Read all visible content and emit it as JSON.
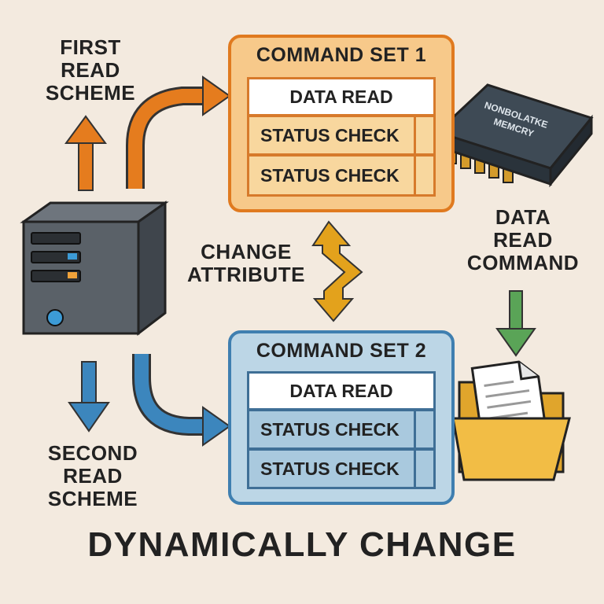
{
  "labels": {
    "first_read_scheme": "FIRST\nREAD\nSCHEME",
    "second_read_scheme": "SECOND\nREAD\nSCHEME",
    "change_attribute": "CHANGE\nATTRIBUTE",
    "data_read_command": "DATA\nREAD\nCOMMAND"
  },
  "command_set_1": {
    "title": "COMMAND SET 1",
    "rows": [
      "DATA READ",
      "STATUS CHECK",
      "STATUS CHECK"
    ]
  },
  "command_set_2": {
    "title": "COMMAND SET 2",
    "rows": [
      "DATA READ",
      "STATUS CHECK",
      "STATUS CHECK"
    ]
  },
  "chip": {
    "text": "NONBOLATKE\nMEMCRY"
  },
  "footer_title": "DYNAMICALLY CHANGE",
  "colors": {
    "background": "#f3eadf",
    "orange_border": "#e07a1f",
    "orange_fill": "#f7c98a",
    "orange_row": "#f8d79e",
    "blue_border": "#3f7fb0",
    "blue_fill": "#bcd6e6",
    "blue_row": "#a9c9de",
    "green_arrow": "#5aa457",
    "gold_arrow": "#e3a21c"
  }
}
